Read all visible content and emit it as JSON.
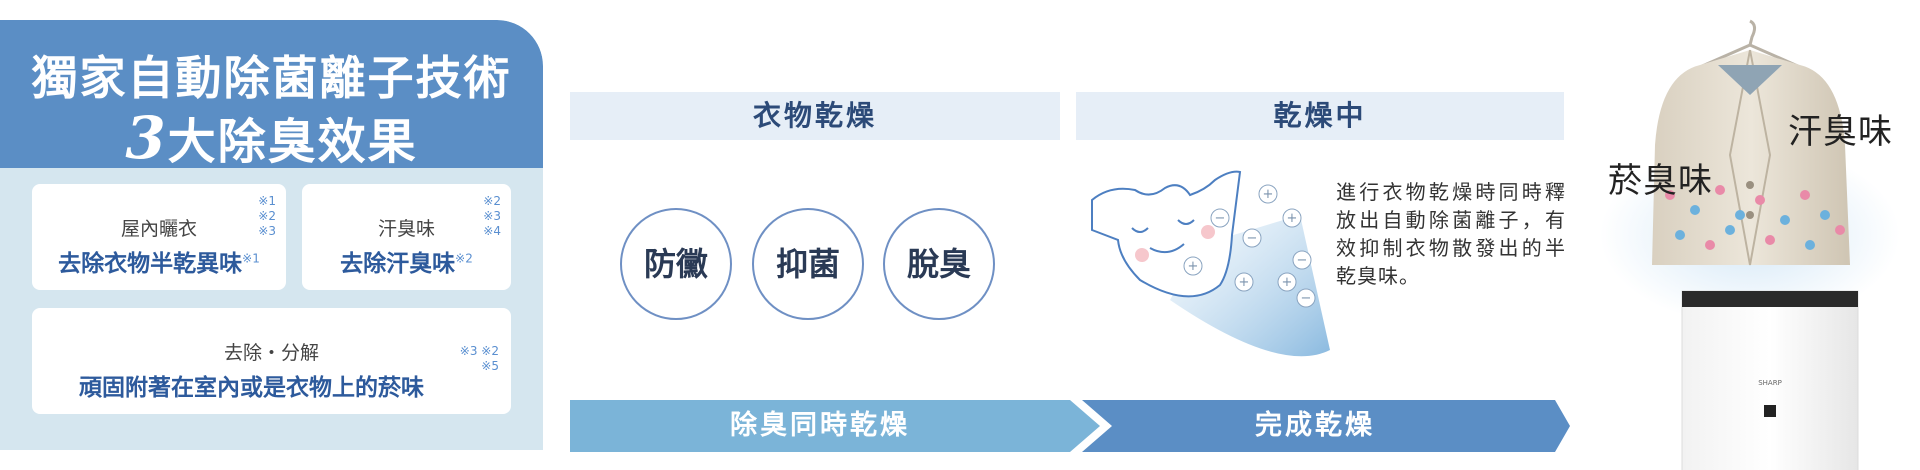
{
  "left": {
    "title_line1": "獨家自動除菌離子技術",
    "title_number": "3",
    "title_line2": "大除臭效果",
    "card1": {
      "label": "屋內曬衣",
      "main": "去除衣物半乾異味",
      "sup": "※1",
      "notes": [
        "※1",
        "※2",
        "※3"
      ]
    },
    "card2": {
      "label": "汗臭味",
      "main": "去除汗臭味",
      "sup": "※2",
      "notes": [
        "※2",
        "※3",
        "※4"
      ]
    },
    "card3": {
      "label": "去除・分解",
      "main": "頑固附著在室內或是衣物上的菸味",
      "notes_line1": "※3 ※2",
      "notes_line2": "※5"
    }
  },
  "middle": {
    "head1": "衣物乾燥",
    "head2": "乾燥中",
    "circles": [
      "防黴",
      "抑菌",
      "脫臭"
    ],
    "description": "進行衣物乾燥時同時釋放出自動除菌離子，有效抑制衣物散發出的半乾臭味。",
    "arrow1": "除臭同時乾燥",
    "arrow2": "完成乾燥",
    "ions": [
      "+",
      "−",
      "+",
      "−",
      "−",
      "+",
      "+",
      "+",
      "−"
    ]
  },
  "right": {
    "smell1": "菸臭味",
    "smell2": "汗臭味",
    "brand": "SHARP"
  },
  "colors": {
    "blue": "#5b8ec5",
    "light": "#d5e6ef",
    "arrow": "#7bb4d8"
  }
}
